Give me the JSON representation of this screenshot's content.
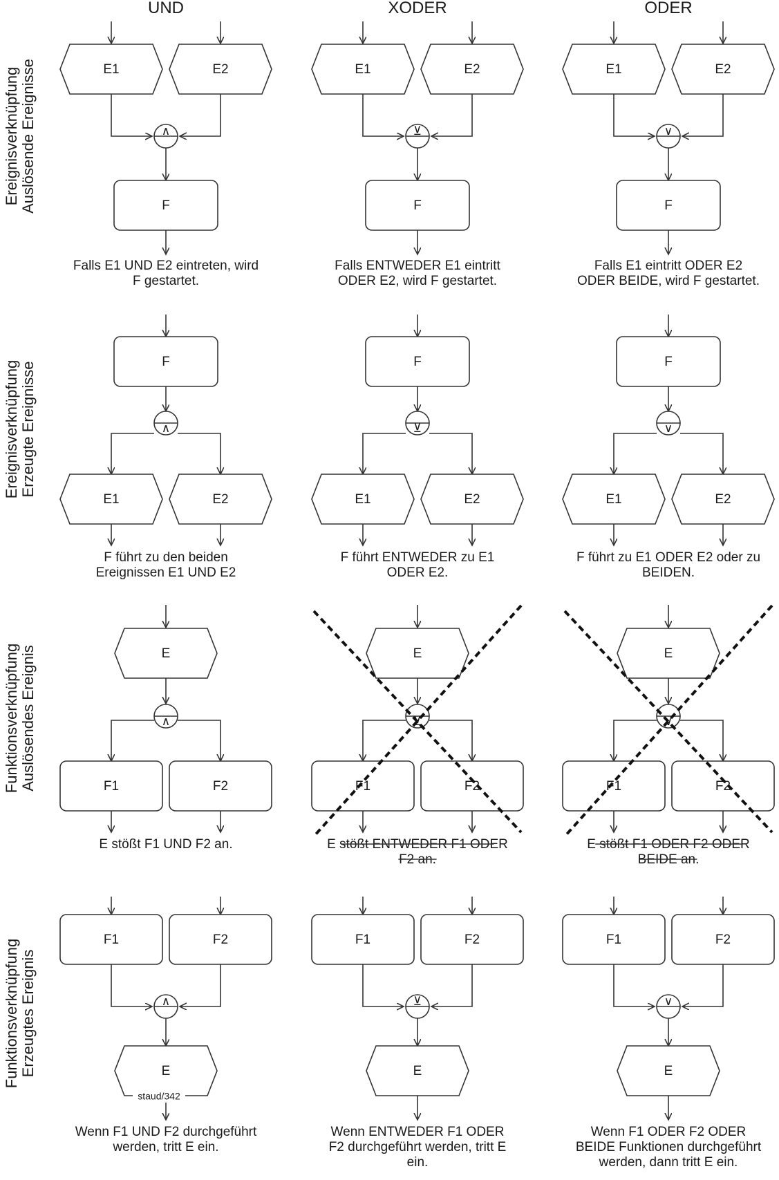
{
  "columns": [
    "UND",
    "XODER",
    "ODER"
  ],
  "rows": [
    [
      "Ereignisverknüpfung",
      "Auslösende Ereignisse"
    ],
    [
      "Ereignisverknüpfung",
      "Erzeugte Ereignisse"
    ],
    [
      "Funktionsverknüpfung",
      "Auslösendes Ereignis"
    ],
    [
      "Funktionsverknüpfung",
      "Erzeugtes Ereignis"
    ]
  ],
  "operators": [
    "∧",
    "⊻",
    "∨"
  ],
  "nodes": {
    "E1": "E1",
    "E2": "E2",
    "F": "F",
    "E": "E",
    "F1": "F1",
    "F2": "F2"
  },
  "captions": [
    [
      [
        "Falls E1 UND E2 eintreten, wird",
        "F gestartet."
      ],
      [
        "Falls ENTWEDER E1 eintritt",
        "ODER E2, wird F gestartet."
      ],
      [
        "Falls E1 eintritt ODER E2",
        "ODER BEIDE, wird F gestartet."
      ]
    ],
    [
      [
        "F führt zu den beiden",
        "Ereignissen E1 UND E2"
      ],
      [
        "F führt ENTWEDER zu E1",
        "ODER E2."
      ],
      [
        "F führt zu E1 ODER E2 oder zu",
        "BEIDEN."
      ]
    ],
    [
      [
        "E stößt F1 UND F2 an."
      ],
      [
        "E stößt ENTWEDER F1 ODER",
        "F2 an."
      ],
      [
        "E stößt F1 ODER F2 ODER",
        "BEIDE an."
      ]
    ],
    [
      [
        "Wenn F1 UND F2 durchgeführt",
        "werden, tritt E ein."
      ],
      [
        "Wenn ENTWEDER F1 ODER",
        "F2 durchgeführt werden, tritt E",
        "ein."
      ],
      [
        "Wenn F1 ODER F2 ODER",
        "BEIDE Funktionen durchgeführt",
        "werden, dann tritt E ein."
      ]
    ]
  ],
  "crossed_out": [
    [
      false,
      false,
      false
    ],
    [
      false,
      false,
      false
    ],
    [
      false,
      true,
      true
    ],
    [
      false,
      false,
      false
    ]
  ],
  "watermark": "staud/342"
}
